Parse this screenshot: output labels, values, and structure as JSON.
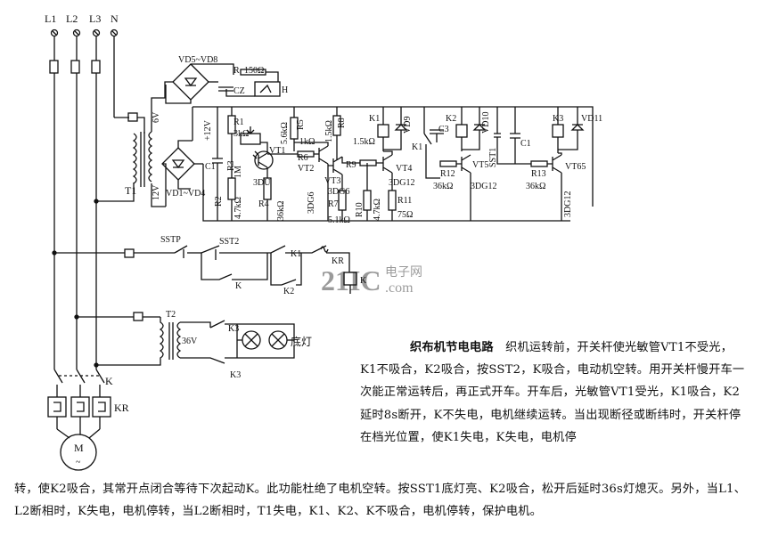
{
  "lines": {
    "L1": "L1",
    "L2": "L2",
    "L3": "L3",
    "N": "N"
  },
  "parts": {
    "vd5_vd8": "VD5~VD8",
    "r": "R",
    "r_val": "150Ω",
    "cz": "CZ",
    "h": "H",
    "v6": "6V",
    "t1": "T1",
    "v12": "12V",
    "vd1_vd4": "VD1~VD4",
    "c1": "C1",
    "plus12v": "+12V",
    "r1": "R1",
    "r1v": "3kΩ",
    "r2": "R2",
    "r2v": "4.7kΩ",
    "rp": "RP",
    "r3": "R3",
    "r3v": "3DU",
    "rv2": "1M",
    "vt1": "VT1",
    "r4": "R4",
    "r4v": "36kΩ",
    "r5": "R5",
    "r5v": "5.6kΩ",
    "r6": "R6",
    "r6v": "1kΩ",
    "vt2": "VT2",
    "vt2v": "3DG6",
    "r8": "R8",
    "r8v": "1.5kΩ",
    "r9": "R9",
    "vt3": "VT3",
    "vt3v": "3DG6",
    "r7": "R7",
    "r7v": "5.1kΩ",
    "r9v": "1.5kΩ",
    "r10": "R10",
    "r10v": "4.7kΩ",
    "vt4": "VT4",
    "vt4v": "3DG12",
    "r11": "R11",
    "r11v": "75Ω",
    "k1": "K1",
    "vd9": "VD9",
    "c3": "C3",
    "k2": "K2",
    "vd10": "VD10",
    "sst1": "SST1",
    "r12": "R12",
    "r12v": "36kΩ",
    "vt5": "VT5",
    "vt5v": "3DG12",
    "c1b": "C1",
    "k3": "K3",
    "vd11": "VD11",
    "r13": "R13",
    "r13v": "36kΩ",
    "vt6": "VT65",
    "vt6v": "3DG12",
    "sstp": "SSTP",
    "sst2": "SST2",
    "k": "K",
    "kr": "KR",
    "t2": "T2",
    "v36": "36V",
    "lamp": "底灯",
    "motor": "M",
    "motor_sym": "~"
  },
  "watermark": {
    "brand": "21IC",
    "cn": "电子网",
    "url": ".com"
  },
  "description": {
    "title": "织布机节电电路",
    "para1": "织机运转前，开关杆使光敏管VT1不受光，K1不吸合，K2吸合，按SST2，K吸合，电动机空转。用开关杆慢开车一次能正常运转后，再正式开车。开车后，光敏管VT1受光，K1吸合，K2延时8s断开，K不失电，电机继续运转。当出现断径或断纬时，开关杆停在档光位置，使K1失电，K失电，电机停",
    "para2": "转，使K2吸合，其常开点闭合等待下次起动K。此功能杜绝了电机空转。按SST1底灯亮、K2吸合，松开后延时36s灯熄灭。另外，当L1、L2断相时，K失电，电机停转，当L2断相时，T1失电，K1、K2、K不吸合，电机停转，保护电机。"
  }
}
